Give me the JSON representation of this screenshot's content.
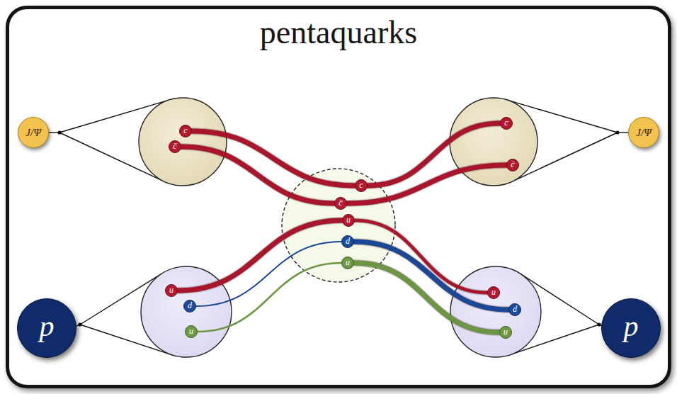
{
  "diagram": {
    "nodes": [
      {
        "text": [
          "pentaquarks"
        ]
      },
      {
        "text": [
          "J/Ψ"
        ],
        "in": 0
      },
      {
        "text": [
          "c"
        ],
        "in": 0
      },
      {
        "text": [
          "c̄"
        ],
        "in": 0
      },
      {
        "text": [
          "J/Ψ"
        ],
        "in": 0
      },
      {
        "text": [
          "c"
        ],
        "in": 0
      },
      {
        "text": [
          "c̄"
        ],
        "in": 0
      },
      {
        "text": [
          "c"
        ],
        "in": 0
      },
      {
        "text": [
          "c̄"
        ],
        "in": 0
      },
      {
        "text": [
          "u"
        ],
        "in": 0
      },
      {
        "text": [
          "d"
        ],
        "in": 0
      },
      {
        "text": [
          "u"
        ],
        "in": 0
      },
      {
        "text": [
          "p"
        ],
        "in": 0
      },
      {
        "text": [
          "u"
        ],
        "in": 0
      },
      {
        "text": [
          "d"
        ],
        "in": 0
      },
      {
        "text": [
          "u"
        ],
        "in": 0
      },
      {
        "text": [
          "p"
        ],
        "in": 0
      },
      {
        "text": [
          "u"
        ],
        "in": 0
      },
      {
        "text": [
          "d"
        ],
        "in": 0
      },
      {
        "text": [
          "u"
        ],
        "in": 0
      }
    ],
    "edges": [
      {
        "from": 2,
        "to": 7,
        "arrow": "none"
      },
      {
        "from": 7,
        "to": 5,
        "arrow": "none"
      },
      {
        "from": 3,
        "to": 8,
        "arrow": "none"
      },
      {
        "from": 8,
        "to": 6,
        "arrow": "none"
      },
      {
        "from": 13,
        "to": 9,
        "arrow": "none"
      },
      {
        "from": 9,
        "to": 17,
        "arrow": "none"
      },
      {
        "from": 14,
        "to": 10,
        "arrow": "none"
      },
      {
        "from": 10,
        "to": 18,
        "arrow": "none"
      },
      {
        "from": 15,
        "to": 11,
        "arrow": "none"
      },
      {
        "from": 11,
        "to": 19,
        "arrow": "none"
      }
    ]
  }
}
